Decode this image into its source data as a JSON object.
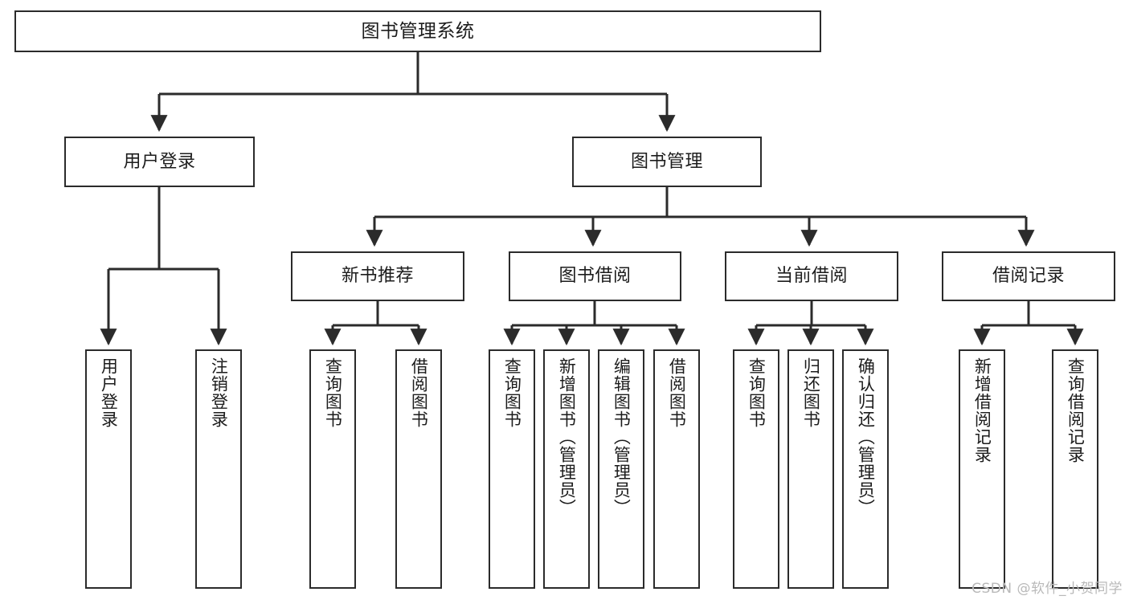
{
  "diagram": {
    "type": "tree-hierarchy-diagram",
    "title": "图书管理系统",
    "stroke_color": "#2b2b2b",
    "background_color": "#ffffff",
    "text_color": "#1c1c1c",
    "levels": [
      {
        "level": 1,
        "nodes": [
          {
            "id": "root",
            "label": "图书管理系统",
            "orientation": "horizontal"
          }
        ]
      },
      {
        "level": 2,
        "nodes": [
          {
            "id": "login",
            "label": "用户登录",
            "orientation": "horizontal",
            "parent": "root"
          },
          {
            "id": "bookmgmt",
            "label": "图书管理",
            "orientation": "horizontal",
            "parent": "root"
          }
        ]
      },
      {
        "level": 3,
        "nodes": [
          {
            "id": "newbook",
            "label": "新书推荐",
            "orientation": "horizontal",
            "parent": "bookmgmt"
          },
          {
            "id": "borrow",
            "label": "图书借阅",
            "orientation": "horizontal",
            "parent": "bookmgmt"
          },
          {
            "id": "current",
            "label": "当前借阅",
            "orientation": "horizontal",
            "parent": "bookmgmt"
          },
          {
            "id": "records",
            "label": "借阅记录",
            "orientation": "horizontal",
            "parent": "bookmgmt"
          }
        ]
      },
      {
        "level": 4,
        "nodes": [
          {
            "id": "leaf1",
            "label": "用户登录",
            "orientation": "vertical",
            "parent": "login"
          },
          {
            "id": "leaf2",
            "label": "注销登录",
            "orientation": "vertical",
            "parent": "login"
          },
          {
            "id": "leaf3",
            "label": "查询图书",
            "orientation": "vertical",
            "parent": "newbook"
          },
          {
            "id": "leaf4",
            "label": "借阅图书",
            "orientation": "vertical",
            "parent": "newbook"
          },
          {
            "id": "leaf5",
            "label": "查询图书",
            "orientation": "vertical",
            "parent": "borrow"
          },
          {
            "id": "leaf6",
            "label": "新增图书（管理员）",
            "orientation": "vertical",
            "parent": "borrow"
          },
          {
            "id": "leaf7",
            "label": "编辑图书（管理员）",
            "orientation": "vertical",
            "parent": "borrow"
          },
          {
            "id": "leaf8",
            "label": "借阅图书",
            "orientation": "vertical",
            "parent": "borrow"
          },
          {
            "id": "leaf9",
            "label": "查询图书",
            "orientation": "vertical",
            "parent": "current"
          },
          {
            "id": "leaf10",
            "label": "归还图书",
            "orientation": "vertical",
            "parent": "current"
          },
          {
            "id": "leaf11",
            "label": "确认归还（管理员）",
            "orientation": "vertical",
            "parent": "current"
          },
          {
            "id": "leaf12",
            "label": "新增借阅记录",
            "orientation": "vertical",
            "parent": "records"
          },
          {
            "id": "leaf13",
            "label": "查询借阅记录",
            "orientation": "vertical",
            "parent": "records"
          }
        ]
      }
    ]
  },
  "watermark": {
    "text": "CSDN @软件_小贺同学",
    "color": "#b9b9b9"
  }
}
